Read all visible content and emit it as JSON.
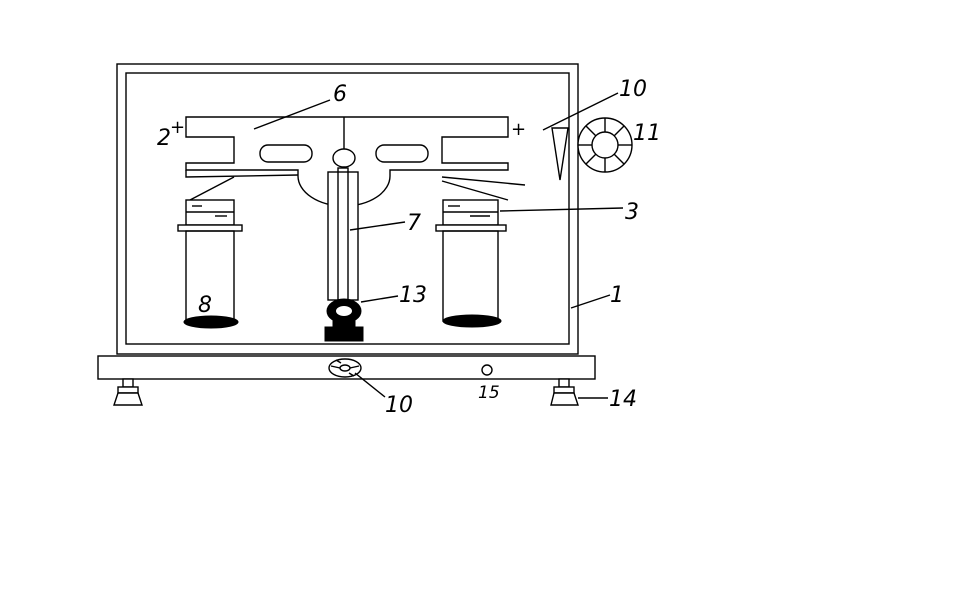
{
  "diagram": {
    "labels": {
      "l1": "1",
      "l2": "2",
      "l3": "3",
      "l6": "6",
      "l7": "7",
      "l8": "8",
      "l10_top": "10",
      "l10_bottom": "10",
      "l11": "11",
      "l13": "13",
      "l14": "14",
      "l15": "15"
    },
    "polarity": {
      "left": "+",
      "right": "+"
    },
    "colors": {
      "line": "#000000",
      "background": "#ffffff"
    }
  }
}
